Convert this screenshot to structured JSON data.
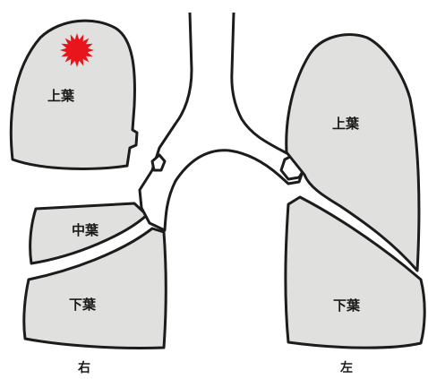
{
  "labels": {
    "right_upper": "上葉",
    "right_middle": "中葉",
    "right_lower": "下葉",
    "left_upper": "上葉",
    "left_lower": "下葉",
    "right_side": "右",
    "left_side": "左"
  },
  "colors": {
    "lobe_fill": "#e0e0de",
    "outline": "#1c1c1c",
    "tumor": "#e8161c"
  },
  "markers": {
    "tumor_icon": "red-starburst"
  }
}
